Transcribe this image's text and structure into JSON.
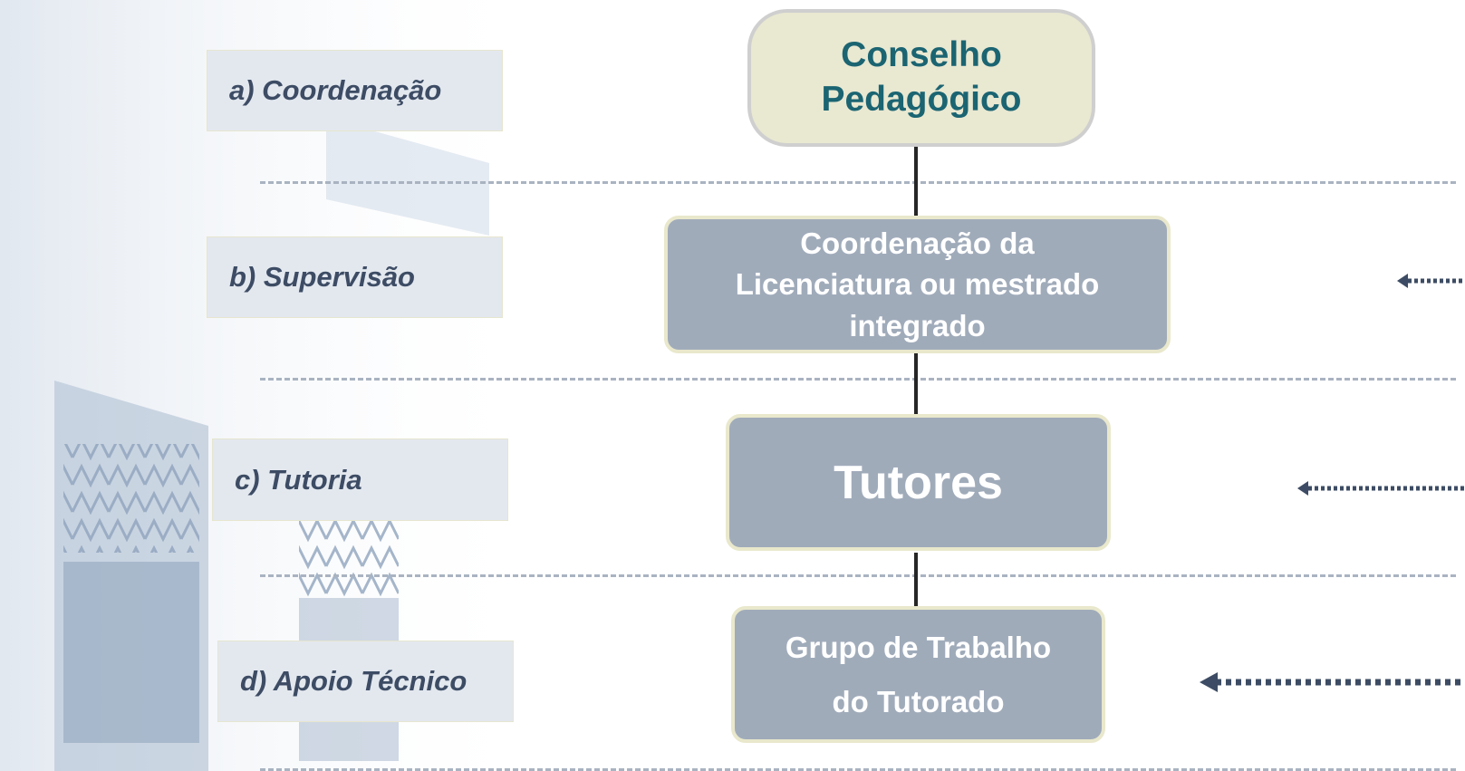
{
  "levels": [
    {
      "label": "a) Coordenação"
    },
    {
      "label": "b) Supervisão"
    },
    {
      "label": "c) Tutoria"
    },
    {
      "label": "d) Apoio Técnico"
    }
  ],
  "nodes": {
    "conselho": {
      "line1": "Conselho",
      "line2": "Pedagógico"
    },
    "coordenacao": {
      "line1": "Coordenação da",
      "line2": "Licenciatura ou mestrado",
      "line3": "integrado"
    },
    "tutores": {
      "line1": "Tutores"
    },
    "grupo": {
      "line1": "Grupo de Trabalho",
      "line2": "do Tutorado"
    }
  },
  "colors": {
    "top_node_fill": "#e9e8d1",
    "top_node_text": "#1b6472",
    "node_fill": "#a0abba",
    "label_fill": "#e3e8ef",
    "label_text": "#3d4c64",
    "arrow": "#3d4c64"
  }
}
